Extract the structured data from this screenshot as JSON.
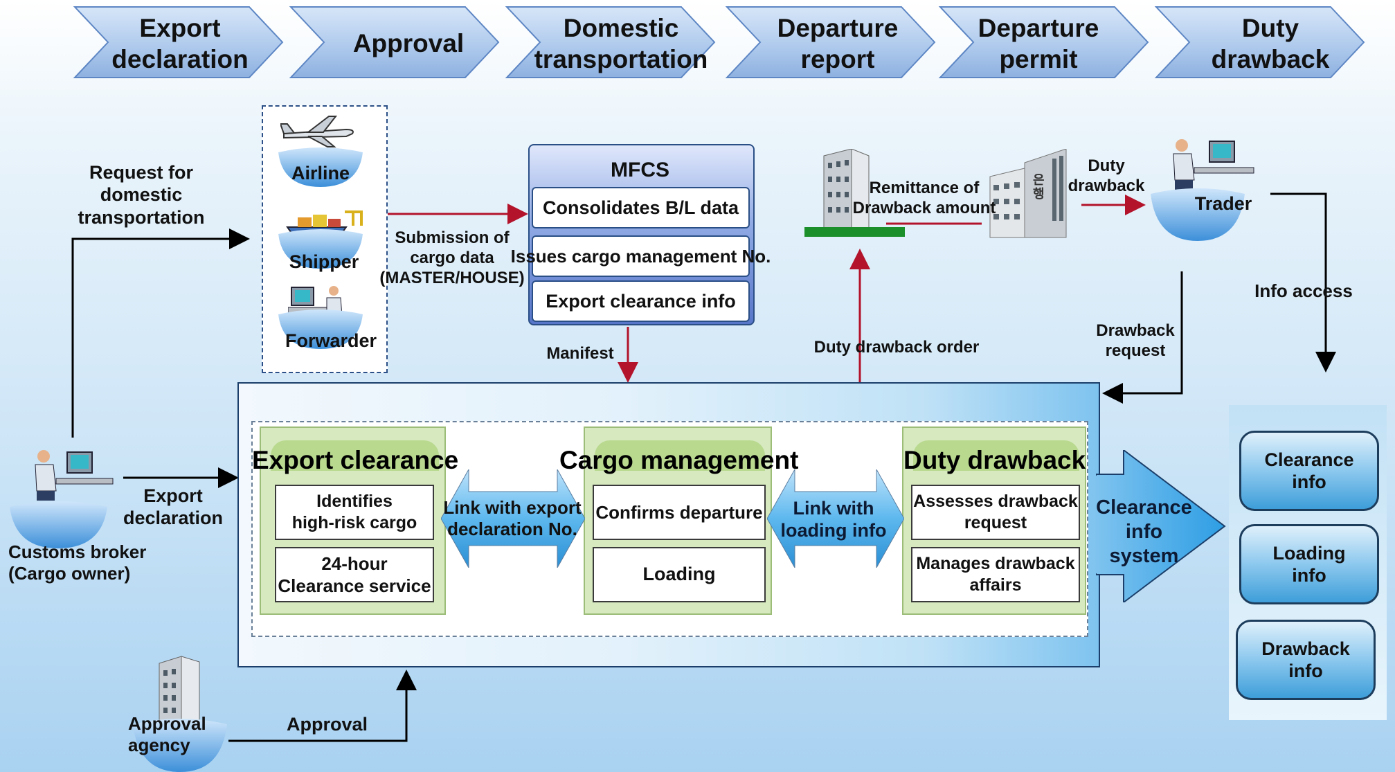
{
  "stages": [
    "Export\ndeclaration",
    "Approval",
    "Domestic\ntransportation",
    "Departure\nreport",
    "Departure\npermit",
    "Duty\ndrawback"
  ],
  "parties": {
    "airline": "Airline",
    "shipper": "Shipper",
    "forwarder": "Forwarder",
    "trader": "Trader"
  },
  "customs_broker": "Customs broker\n(Cargo owner)",
  "approval_agency": "Approval\nagency",
  "mfcs": {
    "title": "MFCS",
    "items": [
      "Consolidates B/L data",
      "Issues cargo management No.",
      "Export clearance info"
    ]
  },
  "labels": {
    "request_domestic": "Request for\ndomestic\ntransportation",
    "submission": "Submission of\ncargo data\n(MASTER/HOUSE)",
    "manifest": "Manifest",
    "remittance": "Remittance of\nDrawback amount",
    "duty_drawback": "Duty\ndrawback",
    "duty_drawback_order": "Duty drawback order",
    "drawback_request": "Drawback\nrequest",
    "info_access": "Info access",
    "export_declaration": "Export\ndeclaration",
    "approval": "Approval",
    "bank_sign": "은행"
  },
  "modules": {
    "export_clearance": {
      "title": "Export clearance",
      "items": [
        "Identifies\nhigh-risk cargo",
        "24-hour\nClearance service"
      ]
    },
    "cargo_management": {
      "title": "Cargo management",
      "items": [
        "Confirms departure",
        "Loading"
      ]
    },
    "duty_drawback": {
      "title": "Duty drawback",
      "items": [
        "Assesses drawback\nrequest",
        "Manages drawback\naffairs"
      ]
    }
  },
  "links": {
    "link1": "Link with export\ndeclaration No.",
    "link2": "Link with\nloading info"
  },
  "system_label": "Clearance\ninfo\nsystem",
  "info_boxes": [
    "Clearance\ninfo",
    "Loading\ninfo",
    "Drawback\ninfo"
  ],
  "colors": {
    "arrow_red": "#b3132b",
    "chevron": "#aac8ec",
    "mfcs_blue": "#6f8fd6",
    "module_green": "#d6e9bf"
  }
}
